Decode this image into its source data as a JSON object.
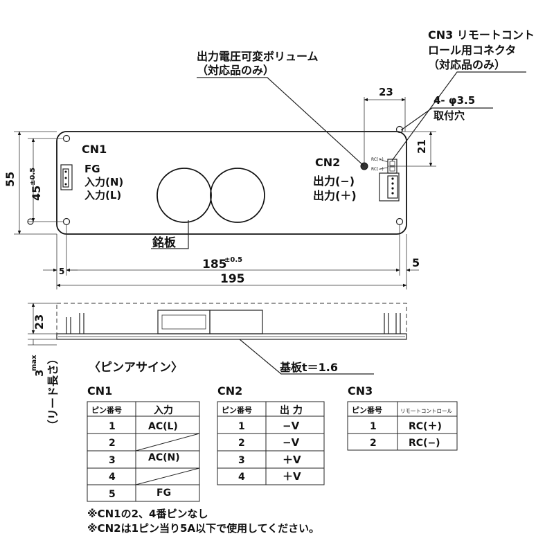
{
  "callouts": {
    "volume_line1": "出力電圧可変ボリューム",
    "volume_line2": "（対応品のみ）",
    "cn3_line1": "CN3 リモートコント",
    "cn3_line2": "ロール用コネクタ",
    "cn3_line3": "（対応品のみ）",
    "hole_line1": "4- φ3.5",
    "hole_line2": "取付穴",
    "nameplate": "銘板",
    "board": "基板t＝1.6",
    "lead": "（リード長さ）",
    "lead_max": "max",
    "pin_assign": "〈ピンアサイン〉"
  },
  "board_labels": {
    "cn1": "CN1",
    "fg": "FG",
    "in_n": "入力(N)",
    "in_l": "入力(L)",
    "cn2": "CN2",
    "out_minus": "出力(−)",
    "out_plus": "出力(＋)",
    "rc_plus": "RC(+)",
    "rc_minus": "RC(−)"
  },
  "dimensions": {
    "d23_top": "23",
    "d21": "21",
    "d55": "55",
    "d45": "45",
    "d45_tol": "±0.5",
    "d5_left": "5",
    "d185": "185",
    "d185_tol": "±0.5",
    "d5_right": "5",
    "d195": "195",
    "d23_side": "23",
    "d3": "3"
  },
  "tables": {
    "cn1": {
      "title": "CN1",
      "headers": [
        "ピン番号",
        "入力"
      ],
      "rows": [
        [
          "1",
          "AC(L)"
        ],
        [
          "2",
          ""
        ],
        [
          "3",
          "AC(N)"
        ],
        [
          "4",
          ""
        ],
        [
          "5",
          "FG"
        ]
      ]
    },
    "cn2": {
      "title": "CN2",
      "headers": [
        "ピン番号",
        "出 力"
      ],
      "rows": [
        [
          "1",
          "−V"
        ],
        [
          "2",
          "−V"
        ],
        [
          "3",
          "＋V"
        ],
        [
          "4",
          "＋V"
        ]
      ]
    },
    "cn3": {
      "title": "CN3",
      "headers": [
        "ピン番号",
        "リモートコントロール"
      ],
      "rows": [
        [
          "1",
          "RC(＋)"
        ],
        [
          "2",
          "RC(−)"
        ]
      ]
    }
  },
  "notes": {
    "note1": "※CN1の2、4番ピンなし",
    "note2": "※CN2は1ピン当り5A以下で使用してください。"
  }
}
